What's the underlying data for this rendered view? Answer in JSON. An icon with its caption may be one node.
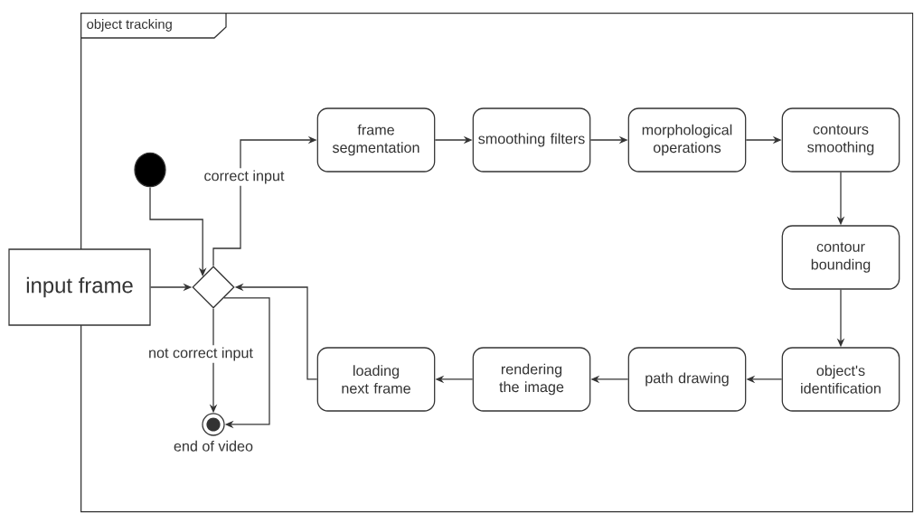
{
  "diagram": {
    "nodes": [
      {
        "text": [
          "object tracking"
        ]
      },
      {
        "text": [
          "input frame"
        ]
      },
      {
        "text": [],
        "shape": "circle",
        "in": 0
      },
      {
        "text": [],
        "shape": "diamond",
        "in": 0
      },
      {
        "text": [
          "frame segmentation"
        ],
        "in": 0
      },
      {
        "text": [
          "smoothing filters"
        ],
        "in": 0
      },
      {
        "text": [
          "morphological operations"
        ],
        "in": 0
      },
      {
        "text": [
          "contours smoothing"
        ],
        "in": 0
      },
      {
        "text": [
          "contour bounding"
        ],
        "in": 0
      },
      {
        "text": [
          "object's identification"
        ],
        "in": 0
      },
      {
        "text": [
          "path drawing"
        ],
        "in": 0
      },
      {
        "text": [
          "rendering the image"
        ],
        "in": 0
      },
      {
        "text": [
          "loading next frame"
        ],
        "in": 0
      },
      {
        "text": [],
        "shape": "circle",
        "beside": [
          "end of video"
        ],
        "in": 0
      }
    ],
    "edges": [
      {
        "from": 1,
        "to": 3,
        "arrow": "to"
      },
      {
        "from": 2,
        "to": 3,
        "arrow": "to"
      },
      {
        "from": 3,
        "to": 4,
        "arrow": "to",
        "label": "correct input"
      },
      {
        "from": 4,
        "to": 5,
        "arrow": "to"
      },
      {
        "from": 5,
        "to": 6,
        "arrow": "to"
      },
      {
        "from": 6,
        "to": 7,
        "arrow": "to"
      },
      {
        "from": 7,
        "to": 8,
        "arrow": "to"
      },
      {
        "from": 8,
        "to": 9,
        "arrow": "to"
      },
      {
        "from": 9,
        "to": 10,
        "arrow": "to"
      },
      {
        "from": 10,
        "to": 11,
        "arrow": "to"
      },
      {
        "from": 11,
        "to": 12,
        "arrow": "to"
      },
      {
        "from": 12,
        "to": 3,
        "arrow": "to"
      },
      {
        "from": 3,
        "to": 13,
        "arrow": "to",
        "label": "not correct input"
      },
      {
        "from": 3,
        "to": 13,
        "arrow": "to"
      }
    ]
  }
}
